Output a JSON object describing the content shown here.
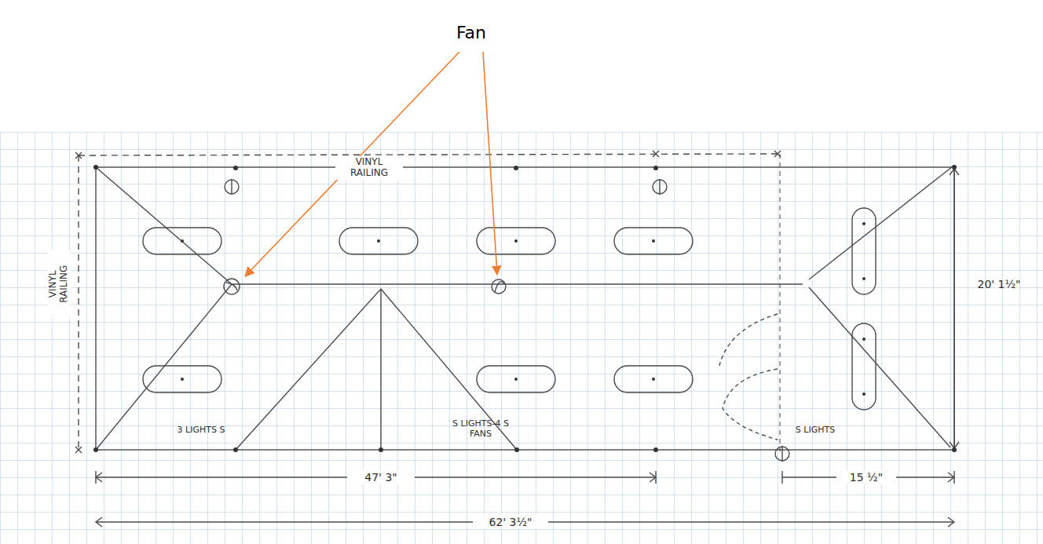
{
  "diagram": {
    "labels": [
      "Fan",
      "VINYL RAILING",
      "VINYL RAILING",
      "20' 1½\"",
      "3 LIGHTS S",
      "S LIGHTS-4 S FANS",
      "S LIGHTS",
      "47' 3\"",
      "15 ½\"",
      "62' 3½\""
    ]
  }
}
